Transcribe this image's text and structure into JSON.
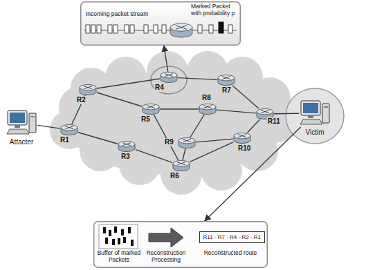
{
  "diagram": {
    "nodes": [
      {
        "text": [
          "Incoming packet stream",
          "Marked Packet with probability p"
        ]
      },
      {
        "text": [
          "Attacter"
        ]
      },
      {
        "text": [
          "R1"
        ]
      },
      {
        "text": [
          "R2"
        ]
      },
      {
        "text": [
          "R3"
        ]
      },
      {
        "text": [
          "R4"
        ]
      },
      {
        "text": [
          "R5"
        ]
      },
      {
        "text": [
          "R6"
        ]
      },
      {
        "text": [
          "R7"
        ]
      },
      {
        "text": [
          "R8"
        ]
      },
      {
        "text": [
          "R9"
        ]
      },
      {
        "text": [
          "R10"
        ]
      },
      {
        "text": [
          "R11"
        ]
      },
      {
        "text": [
          "Victim"
        ]
      },
      {
        "text": [
          "Buffer of marked Packets",
          "Reconstruction Processing",
          "Reconstructed route"
        ]
      },
      {
        "text": [
          "R11 - R7 - R4 - R2 - R1"
        ],
        "in": 14
      }
    ],
    "edges": [
      {
        "from": 1,
        "to": 2,
        "arrow": "none"
      },
      {
        "from": 2,
        "to": 3,
        "arrow": "none"
      },
      {
        "from": 2,
        "to": 4,
        "arrow": "none"
      },
      {
        "from": 3,
        "to": 5,
        "arrow": "none"
      },
      {
        "from": 3,
        "to": 6,
        "arrow": "none"
      },
      {
        "from": 4,
        "to": 7,
        "arrow": "none"
      },
      {
        "from": 6,
        "to": 7,
        "arrow": "none"
      },
      {
        "from": 5,
        "to": 8,
        "arrow": "none"
      },
      {
        "from": 6,
        "to": 9,
        "arrow": "none"
      },
      {
        "from": 8,
        "to": 12,
        "arrow": "none"
      },
      {
        "from": 9,
        "to": 12,
        "arrow": "none"
      },
      {
        "from": 9,
        "to": 10,
        "arrow": "none"
      },
      {
        "from": 10,
        "to": 7,
        "arrow": "none"
      },
      {
        "from": 10,
        "to": 11,
        "arrow": "none"
      },
      {
        "from": 7,
        "to": 11,
        "arrow": "none"
      },
      {
        "from": 11,
        "to": 12,
        "arrow": "none"
      },
      {
        "from": 12,
        "to": 13,
        "arrow": "none"
      },
      {
        "from": 5,
        "to": 0,
        "arrow": "to"
      },
      {
        "from": 13,
        "to": 14,
        "arrow": "to"
      }
    ]
  }
}
